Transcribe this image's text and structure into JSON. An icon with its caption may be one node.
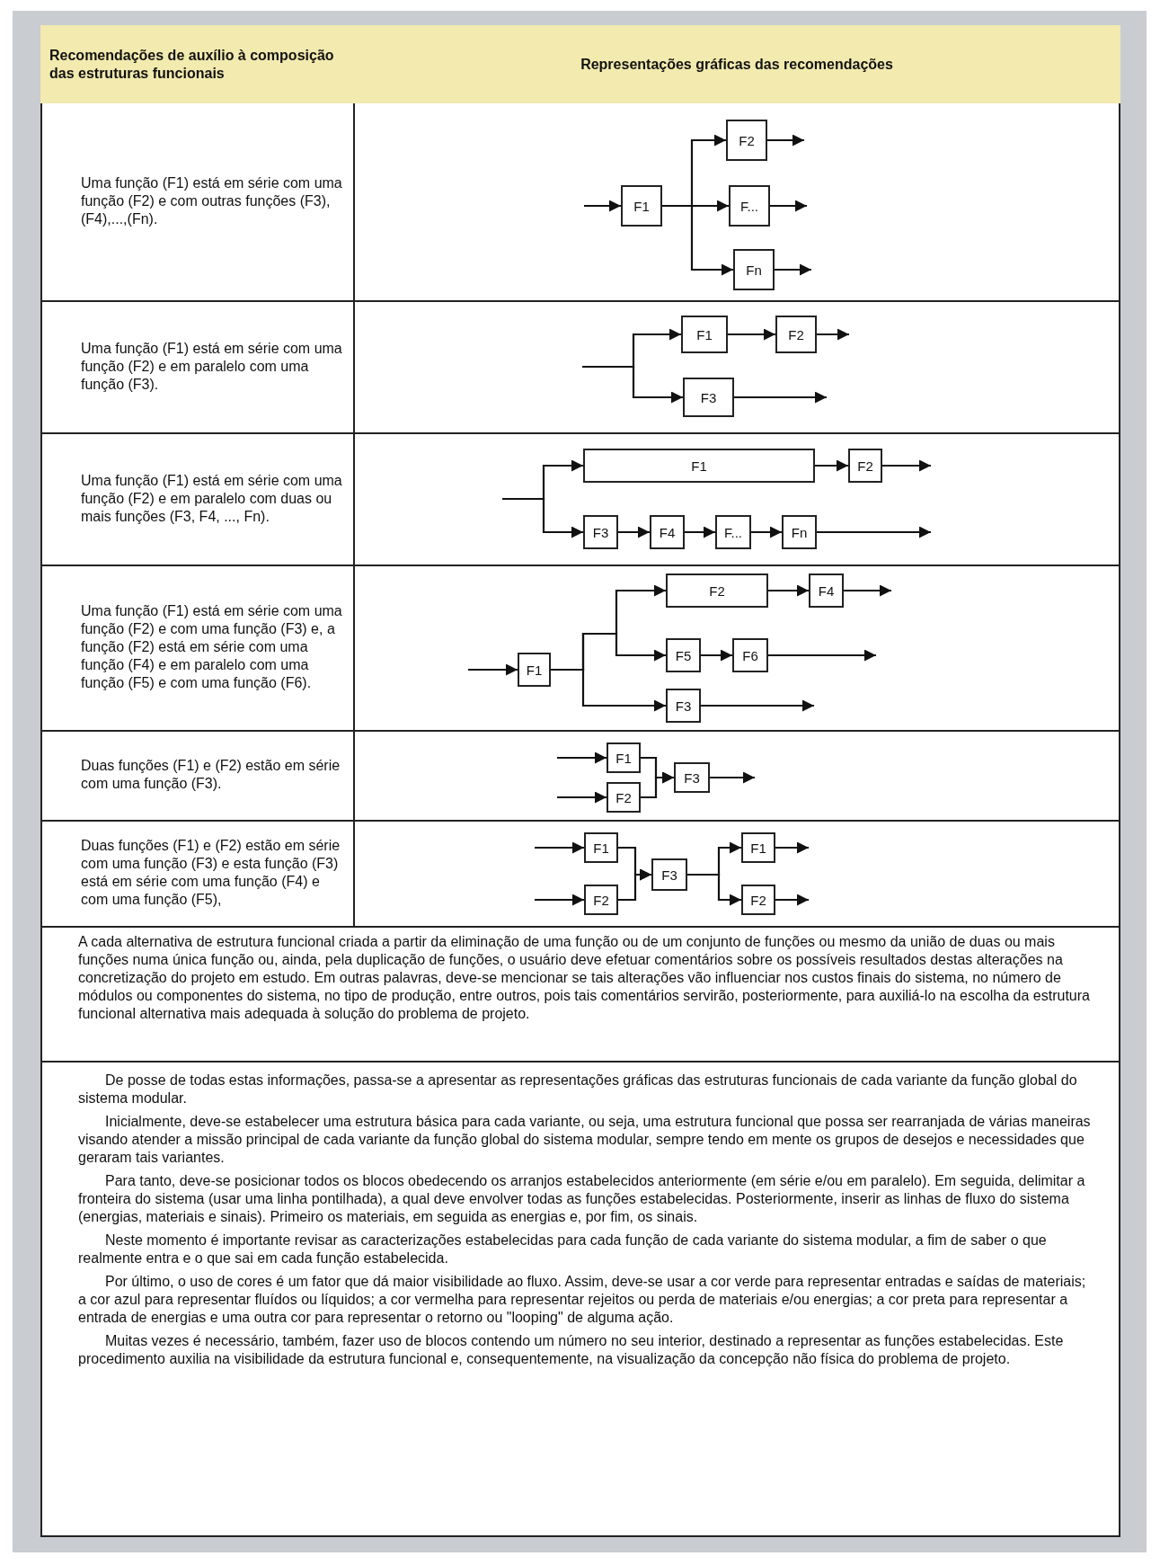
{
  "diagram": {
    "nodes": [
      {
        "text": [
          "F1"
        ]
      },
      {
        "text": [
          "F2"
        ]
      },
      {
        "text": [
          "F..."
        ]
      },
      {
        "text": [
          "Fn"
        ]
      },
      {
        "text": [
          "F1"
        ]
      },
      {
        "text": [
          "F2"
        ]
      },
      {
        "text": [
          "F3"
        ]
      },
      {
        "text": [
          "F1"
        ]
      },
      {
        "text": [
          "F2"
        ]
      },
      {
        "text": [
          "F3"
        ]
      },
      {
        "text": [
          "F4"
        ]
      },
      {
        "text": [
          "F..."
        ]
      },
      {
        "text": [
          "Fn"
        ]
      },
      {
        "text": [
          "F1"
        ]
      },
      {
        "text": [
          "F2"
        ]
      },
      {
        "text": [
          "F4"
        ]
      },
      {
        "text": [
          "F5"
        ]
      },
      {
        "text": [
          "F6"
        ]
      },
      {
        "text": [
          "F3"
        ]
      },
      {
        "text": [
          "F1"
        ]
      },
      {
        "text": [
          "F2"
        ]
      },
      {
        "text": [
          "F3"
        ]
      },
      {
        "text": [
          "F1"
        ]
      },
      {
        "text": [
          "F2"
        ]
      },
      {
        "text": [
          "F3"
        ]
      },
      {
        "text": [
          "F1"
        ]
      },
      {
        "text": [
          "F2"
        ]
      }
    ],
    "edges": [
      {
        "from": null,
        "to": 0,
        "arrow": "to"
      },
      {
        "from": 0,
        "to": 1,
        "arrow": "to"
      },
      {
        "from": 0,
        "to": 2,
        "arrow": "to"
      },
      {
        "from": 0,
        "to": 3,
        "arrow": "to"
      },
      {
        "from": 1,
        "to": null,
        "arrow": "to"
      },
      {
        "from": 2,
        "to": null,
        "arrow": "to"
      },
      {
        "from": 3,
        "to": null,
        "arrow": "to"
      },
      {
        "from": null,
        "to": 4,
        "arrow": "to"
      },
      {
        "from": null,
        "to": 6,
        "arrow": "to"
      },
      {
        "from": 4,
        "to": 5,
        "arrow": "to"
      },
      {
        "from": 5,
        "to": null,
        "arrow": "to"
      },
      {
        "from": 6,
        "to": null,
        "arrow": "to"
      },
      {
        "from": null,
        "to": 7,
        "arrow": "to"
      },
      {
        "from": null,
        "to": 9,
        "arrow": "to"
      },
      {
        "from": 7,
        "to": 8,
        "arrow": "to"
      },
      {
        "from": 8,
        "to": null,
        "arrow": "to"
      },
      {
        "from": 9,
        "to": 10,
        "arrow": "to"
      },
      {
        "from": 10,
        "to": 11,
        "arrow": "to"
      },
      {
        "from": 11,
        "to": 12,
        "arrow": "to"
      },
      {
        "from": 12,
        "to": null,
        "arrow": "to"
      },
      {
        "from": null,
        "to": 13,
        "arrow": "to"
      },
      {
        "from": 13,
        "to": 14,
        "arrow": "to"
      },
      {
        "from": 13,
        "to": 16,
        "arrow": "to"
      },
      {
        "from": 13,
        "to": 18,
        "arrow": "to"
      },
      {
        "from": 14,
        "to": 15,
        "arrow": "to"
      },
      {
        "from": 15,
        "to": null,
        "arrow": "to"
      },
      {
        "from": 16,
        "to": 17,
        "arrow": "to"
      },
      {
        "from": 17,
        "to": null,
        "arrow": "to"
      },
      {
        "from": 18,
        "to": null,
        "arrow": "to"
      },
      {
        "from": null,
        "to": 19,
        "arrow": "to"
      },
      {
        "from": null,
        "to": 20,
        "arrow": "to"
      },
      {
        "from": 19,
        "to": 21,
        "arrow": "to"
      },
      {
        "from": 20,
        "to": 21,
        "arrow": "to"
      },
      {
        "from": 21,
        "to": null,
        "arrow": "to"
      },
      {
        "from": null,
        "to": 22,
        "arrow": "to"
      },
      {
        "from": null,
        "to": 23,
        "arrow": "to"
      },
      {
        "from": 22,
        "to": 24,
        "arrow": "to"
      },
      {
        "from": 23,
        "to": 24,
        "arrow": "to"
      },
      {
        "from": 24,
        "to": 25,
        "arrow": "to"
      },
      {
        "from": 24,
        "to": 26,
        "arrow": "to"
      },
      {
        "from": 25,
        "to": null,
        "arrow": "to"
      },
      {
        "from": 26,
        "to": null,
        "arrow": "to"
      }
    ],
    "labels": [
      "Recomendações de auxílio à composição das estruturas funcionais",
      "Representações gráficas das recomendações",
      "Uma função (F1) está em série com uma função (F2) e com outras funções (F3), (F4),...,(Fn).",
      "Uma função (F1) está em série com uma função (F2) e em paralelo com uma função (F3).",
      "Uma função (F1) está em série com uma função (F2) e em paralelo com duas ou mais funções (F3, F4, ..., Fn).",
      "Uma função (F1) está em série com uma função (F2) e com uma função (F3) e, a função (F2) está em série com uma função (F4) e em paralelo com uma função (F5) e com uma função (F6).",
      "Duas funções (F1) e (F2) estão em série com uma função (F3).",
      "Duas funções (F1) e (F2) estão em série com uma função (F3) e esta função (F3) está em série com uma função (F4) e com uma função (F5),",
      "A cada alternativa de estrutura funcional criada a partir da eliminação de uma função ou de um conjunto de funções ou mesmo da união de duas ou mais funções numa única função ou, ainda, pela duplicação de funções, o usuário deve efetuar comentários sobre os possíveis resultados destas alterações na concretização do projeto em estudo. Em outras palavras, deve-se mencionar se tais alterações vão influenciar nos custos finais do sistema, no número de módulos ou componentes do sistema, no tipo de produção, entre outros, pois tais comentários servirão, posteriormente, para auxiliá-lo na escolha da estrutura funcional alternativa mais adequada à solução do problema de projeto.",
      "De posse de todas estas informações, passa-se a apresentar as representações gráficas das estruturas funcionais de cada variante da função global do sistema modular.",
      "Inicialmente, deve-se estabelecer uma estrutura básica para cada variante, ou seja, uma estrutura funcional que possa ser rearranjada de várias maneiras visando atender a missão principal de cada variante da função global do sistema modular, sempre tendo em mente os grupos de desejos e necessidades que geraram tais variantes.",
      "Para tanto, deve-se posicionar todos os blocos obedecendo os arranjos estabelecidos anteriormente (em série e/ou em paralelo). Em seguida, delimitar a fronteira do sistema (usar uma linha pontilhada), a qual deve envolver todas as funções estabelecidas. Posteriormente, inserir as linhas de fluxo do sistema (energias, materiais e sinais). Primeiro os materiais, em seguida as energias e, por fim, os sinais.",
      "Neste momento é importante revisar as caracterizações estabelecidas para cada função de cada variante do sistema modular, a fim de saber o que realmente entra e o que sai em cada função estabelecida.",
      "Por último, o uso de cores é um fator que dá maior visibilidade ao fluxo. Assim, deve-se usar a cor verde para representar entradas e saídas de materiais; a cor azul para representar fluídos ou líquidos; a cor vermelha para representar rejeitos ou perda de materiais e/ou energias; a cor preta para representar a entrada de energias e uma outra cor para representar o retorno ou \"looping\" de alguma ação.",
      "Muitas vezes é necessário, também, fazer uso de blocos contendo um número no seu interior, destinado a representar as funções estabelecidas. Este procedimento auxilia na visibilidade da estrutura funcional e, consequentemente, na visualização da concepção não física do problema de projeto."
    ]
  }
}
